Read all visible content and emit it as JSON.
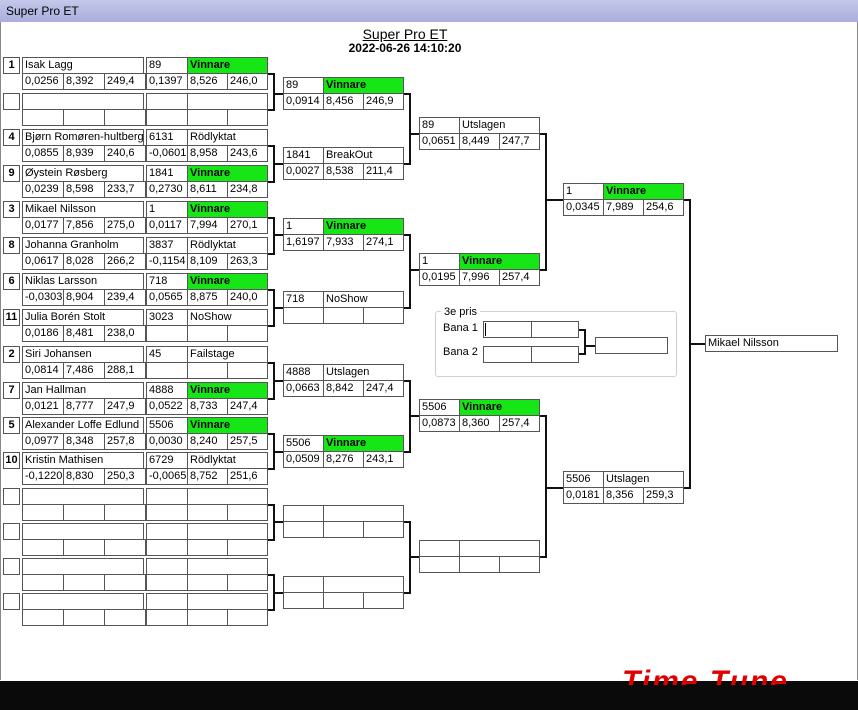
{
  "window": {
    "title": "Super Pro ET"
  },
  "header": {
    "title": "Super Pro ET",
    "date": "2022-06-26 14:10:20"
  },
  "round1": [
    {
      "seed": "1",
      "driver": "Isak Lagg",
      "rt": "0,0256",
      "et": "8,392",
      "speed": "249,4",
      "opponent": "89",
      "result": "Vinnare",
      "winner": true,
      "ort": "0,1397",
      "oet": "8,526",
      "ospeed": "246,0"
    },
    {
      "seed": "",
      "driver": "",
      "rt": "",
      "et": "",
      "speed": "",
      "opponent": "",
      "result": "",
      "winner": false,
      "ort": "",
      "oet": "",
      "ospeed": ""
    },
    {
      "seed": "4",
      "driver": "Bjørn Romøren-hultberg",
      "rt": "0,0855",
      "et": "8,939",
      "speed": "240,6",
      "opponent": "6131",
      "result": "Rödlyktat",
      "winner": false,
      "ort": "-0,0601",
      "oet": "8,958",
      "ospeed": "243,6"
    },
    {
      "seed": "9",
      "driver": "Øystein Røsberg",
      "rt": "0,0239",
      "et": "8,598",
      "speed": "233,7",
      "opponent": "1841",
      "result": "Vinnare",
      "winner": true,
      "ort": "0,2730",
      "oet": "8,611",
      "ospeed": "234,8"
    },
    {
      "seed": "3",
      "driver": "Mikael Nilsson",
      "rt": "0,0177",
      "et": "7,856",
      "speed": "275,0",
      "opponent": "1",
      "result": "Vinnare",
      "winner": true,
      "ort": "0,0117",
      "oet": "7,994",
      "ospeed": "270,1"
    },
    {
      "seed": "8",
      "driver": "Johanna Granholm",
      "rt": "0,0617",
      "et": "8,028",
      "speed": "266,2",
      "opponent": "3837",
      "result": "Rödlyktat",
      "winner": false,
      "ort": "-0,1154",
      "oet": "8,109",
      "ospeed": "263,3"
    },
    {
      "seed": "6",
      "driver": "Niklas Larsson",
      "rt": "-0,0303",
      "et": "8,904",
      "speed": "239,4",
      "opponent": "718",
      "result": "Vinnare",
      "winner": true,
      "ort": "0,0565",
      "oet": "8,875",
      "ospeed": "240,0"
    },
    {
      "seed": "11",
      "driver": "Julia Borén Stolt",
      "rt": "0,0186",
      "et": "8,481",
      "speed": "238,0",
      "opponent": "3023",
      "result": "NoShow",
      "winner": false,
      "ort": "",
      "oet": "",
      "ospeed": ""
    },
    {
      "seed": "2",
      "driver": "Siri Johansen",
      "rt": "0,0814",
      "et": "7,486",
      "speed": "288,1",
      "opponent": "45",
      "result": "Failstage",
      "winner": false,
      "ort": "",
      "oet": "",
      "ospeed": ""
    },
    {
      "seed": "7",
      "driver": "Jan Hallman",
      "rt": "0,0121",
      "et": "8,777",
      "speed": "247,9",
      "opponent": "4888",
      "result": "Vinnare",
      "winner": true,
      "ort": "0,0522",
      "oet": "8,733",
      "ospeed": "247,4"
    },
    {
      "seed": "5",
      "driver": "Alexander Loffe Edlund",
      "rt": "0,0977",
      "et": "8,348",
      "speed": "257,8",
      "opponent": "5506",
      "result": "Vinnare",
      "winner": true,
      "ort": "0,0030",
      "oet": "8,240",
      "ospeed": "257,5"
    },
    {
      "seed": "10",
      "driver": "Kristin Mathisen",
      "rt": "-0,1220",
      "et": "8,830",
      "speed": "250,3",
      "opponent": "6729",
      "result": "Rödlyktat",
      "winner": false,
      "ort": "-0,0065",
      "oet": "8,752",
      "ospeed": "251,6"
    },
    {
      "seed": "",
      "driver": "",
      "rt": "",
      "et": "",
      "speed": "",
      "opponent": "",
      "result": "",
      "winner": false,
      "ort": "",
      "oet": "",
      "ospeed": ""
    },
    {
      "seed": "",
      "driver": "",
      "rt": "",
      "et": "",
      "speed": "",
      "opponent": "",
      "result": "",
      "winner": false,
      "ort": "",
      "oet": "",
      "ospeed": ""
    },
    {
      "seed": "",
      "driver": "",
      "rt": "",
      "et": "",
      "speed": "",
      "opponent": "",
      "result": "",
      "winner": false,
      "ort": "",
      "oet": "",
      "ospeed": ""
    },
    {
      "seed": "",
      "driver": "",
      "rt": "",
      "et": "",
      "speed": "",
      "opponent": "",
      "result": "",
      "winner": false,
      "ort": "",
      "oet": "",
      "ospeed": ""
    }
  ],
  "round2": [
    {
      "car": "89",
      "result": "Vinnare",
      "winner": true,
      "rt": "0,0914",
      "et": "8,456",
      "speed": "246,9"
    },
    {
      "car": "1841",
      "result": "BreakOut",
      "winner": false,
      "rt": "0,0027",
      "et": "8,538",
      "speed": "211,4"
    },
    {
      "car": "1",
      "result": "Vinnare",
      "winner": true,
      "rt": "1,6197",
      "et": "7,933",
      "speed": "274,1"
    },
    {
      "car": "718",
      "result": "NoShow",
      "winner": false,
      "rt": "",
      "et": "",
      "speed": ""
    },
    {
      "car": "4888",
      "result": "Utslagen",
      "winner": false,
      "rt": "0,0663",
      "et": "8,842",
      "speed": "247,4"
    },
    {
      "car": "5506",
      "result": "Vinnare",
      "winner": true,
      "rt": "0,0509",
      "et": "8,276",
      "speed": "243,1"
    },
    {
      "car": "",
      "result": "",
      "winner": false,
      "rt": "",
      "et": "",
      "speed": ""
    },
    {
      "car": "",
      "result": "",
      "winner": false,
      "rt": "",
      "et": "",
      "speed": ""
    }
  ],
  "round3": [
    {
      "car": "89",
      "result": "Utslagen",
      "winner": false,
      "rt": "0,0651",
      "et": "8,449",
      "speed": "247,7"
    },
    {
      "car": "1",
      "result": "Vinnare",
      "winner": true,
      "rt": "0,0195",
      "et": "7,996",
      "speed": "257,4"
    },
    {
      "car": "5506",
      "result": "Vinnare",
      "winner": true,
      "rt": "0,0873",
      "et": "8,360",
      "speed": "257,4"
    },
    {
      "car": "",
      "result": "",
      "winner": false,
      "rt": "",
      "et": "",
      "speed": ""
    }
  ],
  "round4": [
    {
      "car": "1",
      "result": "Vinnare",
      "winner": true,
      "rt": "0,0345",
      "et": "7,989",
      "speed": "254,6"
    },
    {
      "car": "5506",
      "result": "Utslagen",
      "winner": false,
      "rt": "0,0181",
      "et": "8,356",
      "speed": "259,3"
    }
  ],
  "champion": "Mikael Nilsson",
  "third_prize": {
    "title": "3e pris",
    "lane1": "Bana 1",
    "lane2": "Bana 2"
  },
  "brand": "Time Tune",
  "colors": {
    "winner": "#16e616",
    "titlebar": "#b7bbe3"
  }
}
